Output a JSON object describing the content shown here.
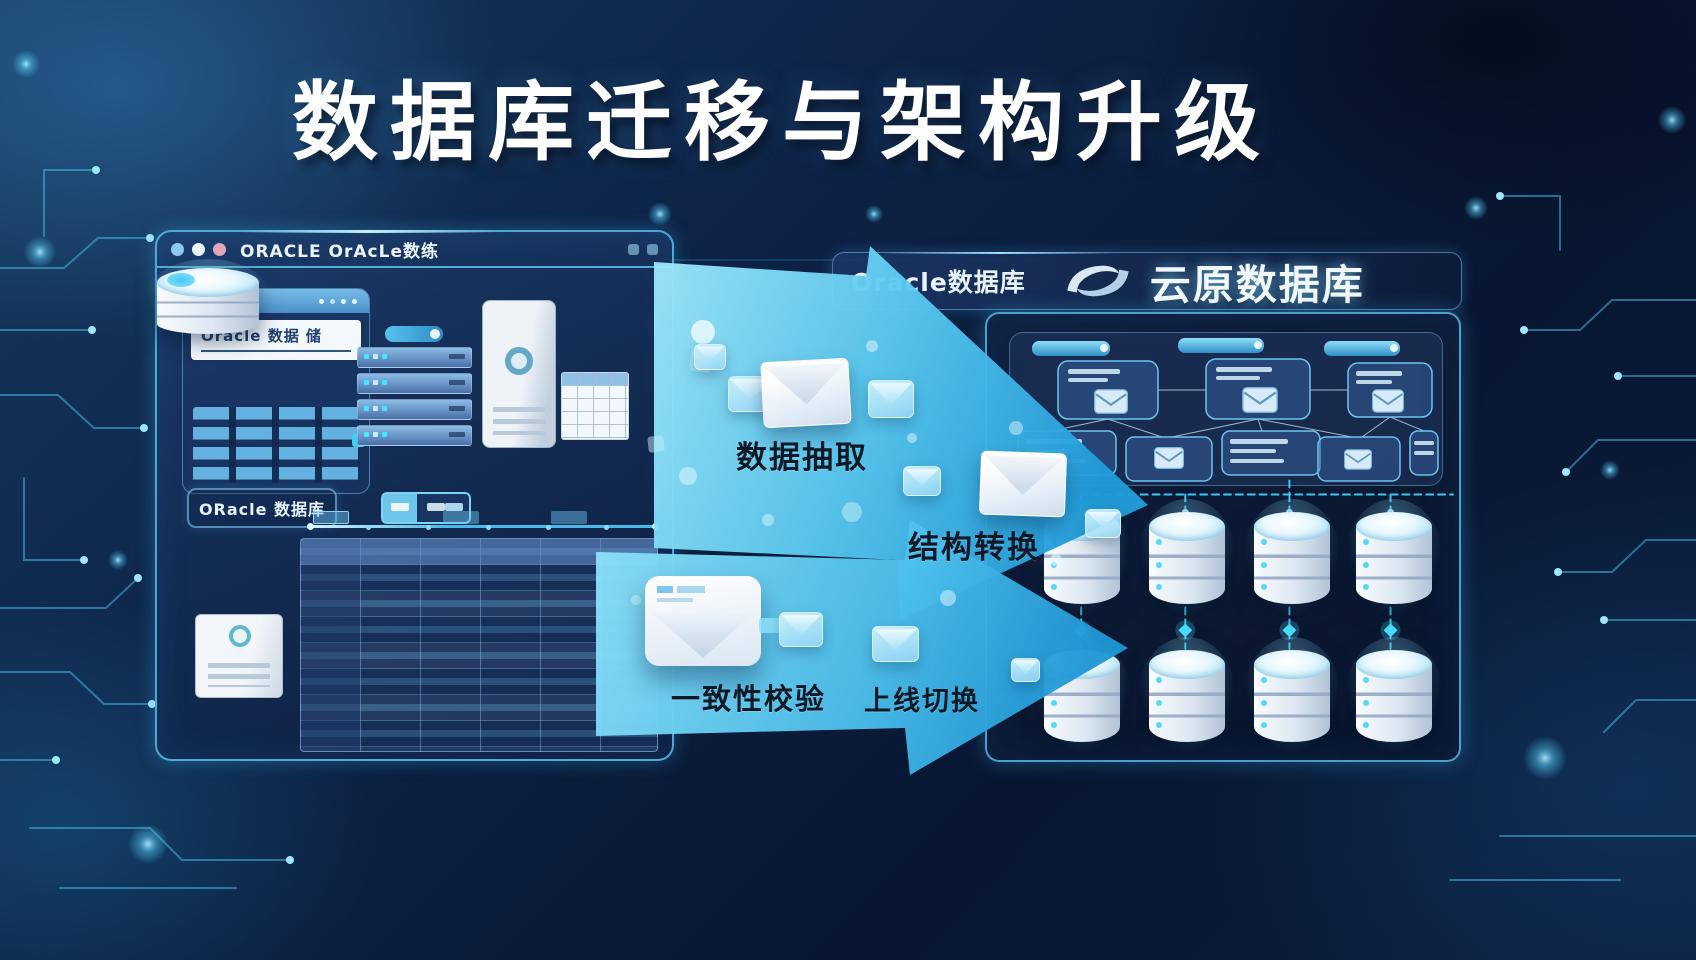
{
  "title": "数据库迁移与架构升级",
  "source_window": {
    "window_title": "ORACLE OrAcLe数练",
    "panel_heading": "Oracle 数据 储",
    "db_label": "ORacle 数据库"
  },
  "migration_steps": {
    "extract": "数据抽取",
    "transform": "结构转换",
    "verify": "一致性校验",
    "switchover": "上线切换"
  },
  "target_panel": {
    "source_label": "Oracle数据库",
    "target_label": "云原数据库"
  },
  "icons": {
    "window_controls": "three traffic-light dots",
    "envelope": "white mail envelope",
    "database_cylinder": "stacked white db cylinder",
    "server_rack": "rack units with cyan LEDs",
    "logo_swirl": "interlocking crescent swirl"
  },
  "colors": {
    "background": "#0b1d3a",
    "accent_cyan": "#46c8f4",
    "arrow_cyan": "#55c9f0",
    "panel_border": "#5ac8f2",
    "title_text": "#ffffff",
    "step_text": "#0d1926"
  }
}
